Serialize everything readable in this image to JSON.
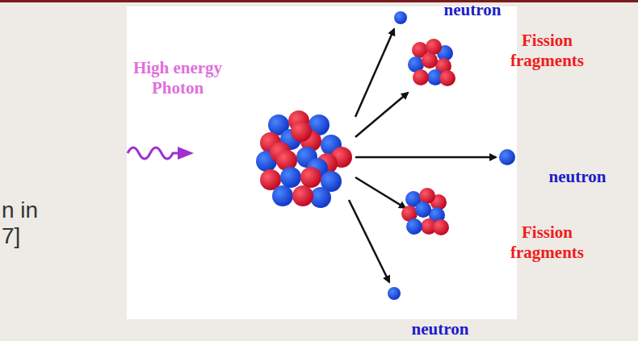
{
  "diagram": {
    "labels": [
      "neutron",
      "High energy Photon",
      "Fission fragments",
      "neutron",
      "Fission fragments",
      "neutron",
      "n in",
      "7]"
    ]
  }
}
